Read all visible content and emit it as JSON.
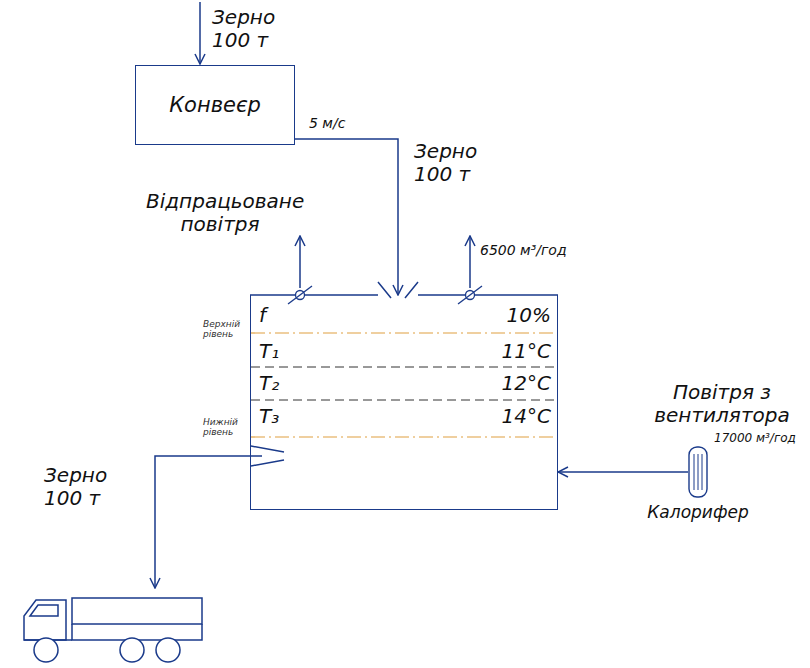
{
  "diagram": {
    "nodes": [
      {
        "text": [
          "Конвеєр"
        ]
      },
      {
        "text": [
          "Верхній рівень",
          "Нижній рівень"
        ]
      },
      {
        "text": [
          "f",
          "10%"
        ],
        "in": 1
      },
      {
        "text": [
          "T₁",
          "11°C"
        ],
        "in": 1
      },
      {
        "text": [
          "T₂",
          "12°C"
        ],
        "in": 1
      },
      {
        "text": [
          "T₃",
          "14°C"
        ],
        "in": 1
      },
      {
        "text": [
          "Калорифер"
        ]
      }
    ],
    "edges": [
      {
        "from": 0,
        "to": 1,
        "arrow": "to",
        "label": "5 м/с"
      },
      {
        "from": 6,
        "to": 1,
        "arrow": "to"
      }
    ],
    "labels": [
      "Зерно 100 т",
      "Зерно 100 т",
      "Відпрацьоване повітря",
      "6500 м³/год",
      "Повітря з вентилятора",
      "17000 м³/год",
      "Зерно 100 т"
    ]
  }
}
